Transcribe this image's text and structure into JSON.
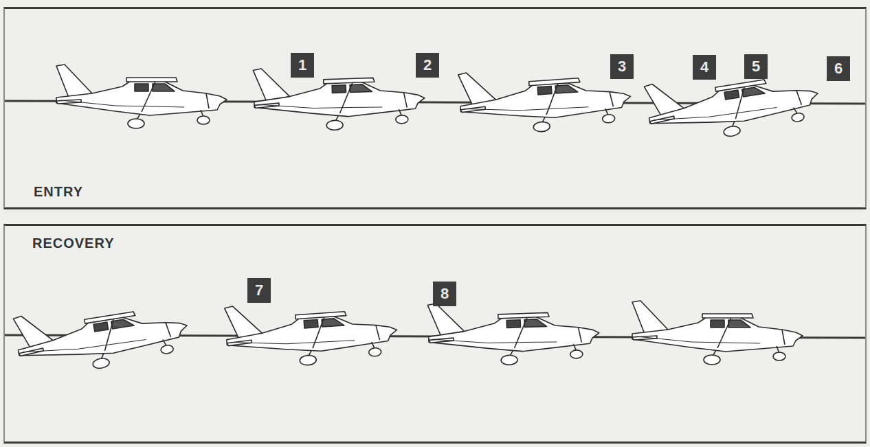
{
  "diagram": {
    "nodes": [
      {
        "text": [
          "ENTRY"
        ]
      },
      {
        "text": [
          "RECOVERY"
        ]
      }
    ],
    "labels": [
      "1",
      "2",
      "3",
      "4",
      "5",
      "6",
      "7",
      "8"
    ]
  }
}
